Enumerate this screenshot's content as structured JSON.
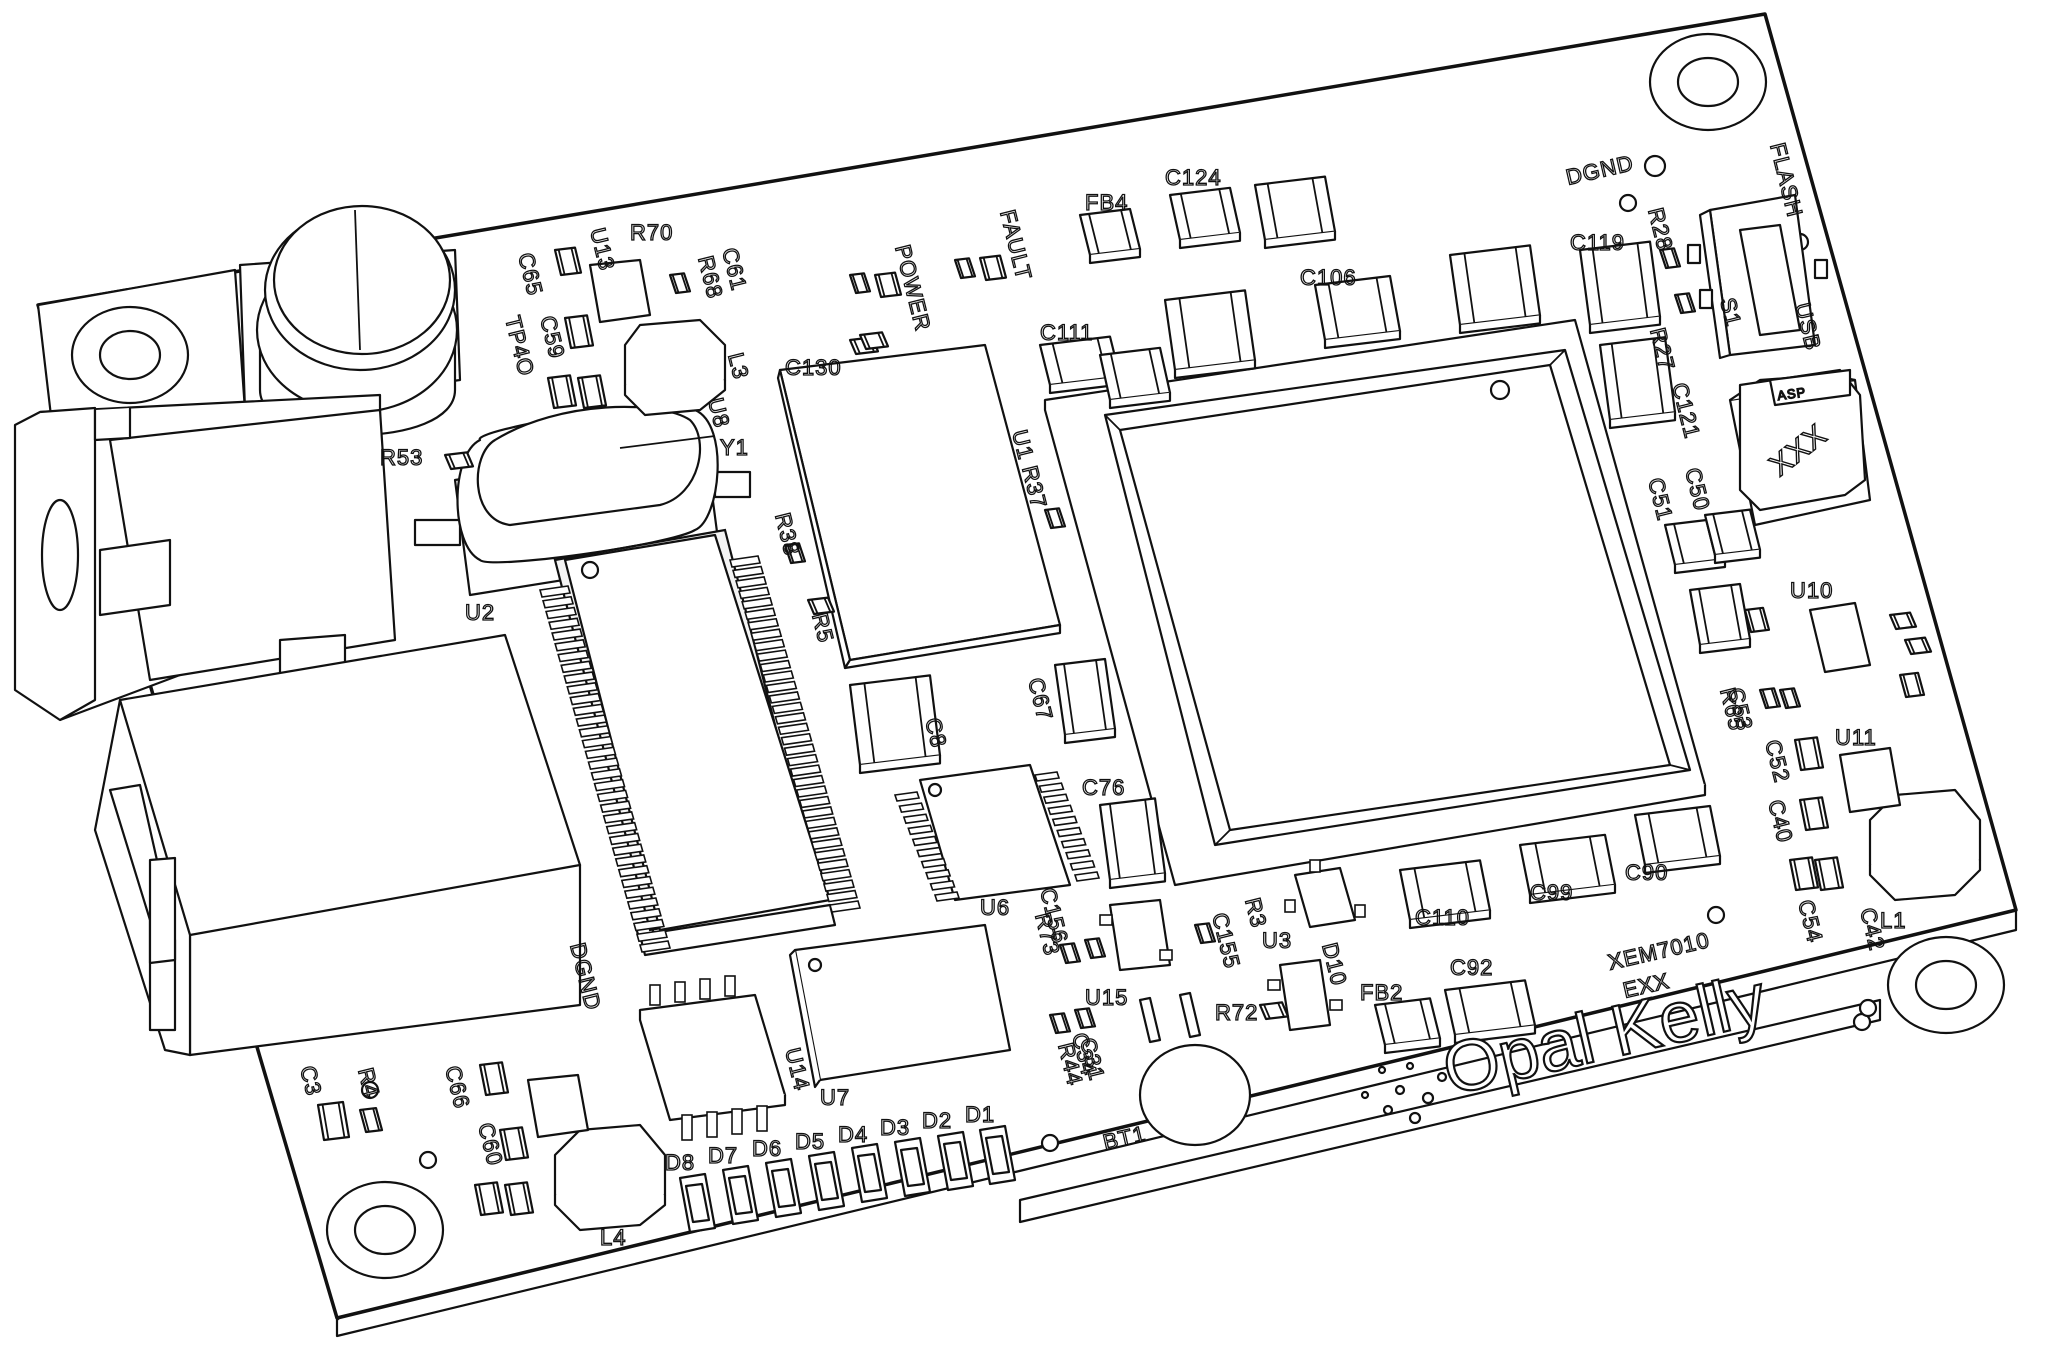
{
  "board": {
    "manufacturer": "Opal Kelly",
    "model": "XEM7010",
    "variant": "EXX"
  },
  "labels": {
    "power": "POWER",
    "fault": "FAULT",
    "dgnd_top": "DGND",
    "dgnd_left": "DGND",
    "flash": "FLASH",
    "usb": "USB",
    "tp40": "TP4O",
    "bt1": "BT1",
    "xxx": "XXX",
    "asp": "ASP"
  },
  "refdes": {
    "u1": "U1",
    "u2": "U2",
    "u3": "U3",
    "u6": "U6",
    "u7": "U7",
    "u8": "U8",
    "u10": "U10",
    "u11": "U11",
    "u13": "U13",
    "u14": "U14",
    "u15": "U15",
    "y1": "Y1",
    "l1": "L1",
    "l3": "L3",
    "l4": "L4",
    "s1": "S1",
    "fb2": "FB2",
    "fb4": "FB4",
    "c3": "C3",
    "c8": "C8",
    "c31": "C31",
    "c34": "C34",
    "c40": "C40",
    "c42": "C42",
    "c50": "C50",
    "c51": "C51",
    "c52": "C52",
    "c53": "C53",
    "c54": "C54",
    "c59": "C59",
    "c60": "C60",
    "c61": "C61",
    "c65": "C65",
    "c66": "C66",
    "c67": "C67",
    "c76": "C76",
    "c90": "C90",
    "c92": "C92",
    "c99": "C99",
    "c106": "C106",
    "c110": "C110",
    "c111": "C111",
    "c119": "C119",
    "c121": "C121",
    "c124": "C124",
    "c130": "C130",
    "c155": "C155",
    "c156": "C156",
    "r3": "R3",
    "r4": "R4",
    "r5": "R5",
    "r27": "R27",
    "r28": "R28",
    "r37": "R37",
    "r38": "R38",
    "r44": "R44",
    "r53": "R53",
    "r65": "R65",
    "r68": "R68",
    "r70": "R70",
    "r72": "R72",
    "r73": "R73",
    "d1": "D1",
    "d2": "D2",
    "d3": "D3",
    "d4": "D4",
    "d5": "D5",
    "d6": "D6",
    "d7": "D7",
    "d8": "D8",
    "d10": "D10"
  }
}
